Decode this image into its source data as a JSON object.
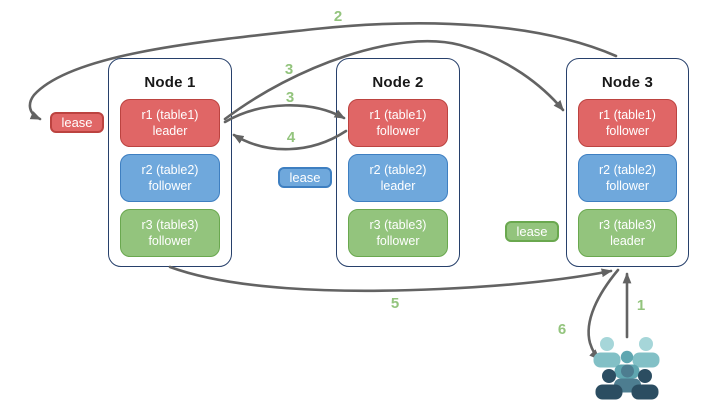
{
  "diagram": {
    "nodes": [
      {
        "title": "Node 1",
        "replicas": [
          {
            "name": "r1 (table1)",
            "role": "leader",
            "color": "red"
          },
          {
            "name": "r2 (table2)",
            "role": "follower",
            "color": "blue"
          },
          {
            "name": "r3 (table3)",
            "role": "follower",
            "color": "green"
          }
        ]
      },
      {
        "title": "Node 2",
        "replicas": [
          {
            "name": "r1 (table1)",
            "role": "follower",
            "color": "red"
          },
          {
            "name": "r2 (table2)",
            "role": "leader",
            "color": "blue"
          },
          {
            "name": "r3 (table3)",
            "role": "follower",
            "color": "green"
          }
        ]
      },
      {
        "title": "Node 3",
        "replicas": [
          {
            "name": "r1 (table1)",
            "role": "follower",
            "color": "red"
          },
          {
            "name": "r2 (table2)",
            "role": "follower",
            "color": "blue"
          },
          {
            "name": "r3 (table3)",
            "role": "leader",
            "color": "green"
          }
        ]
      }
    ],
    "leases": {
      "red": "lease",
      "blue": "lease",
      "green": "lease"
    },
    "steps": {
      "s1": "1",
      "s2": "2",
      "s3a": "3",
      "s3b": "3",
      "s4": "4",
      "s5": "5",
      "s6": "6"
    },
    "icons": {
      "users": "users-group-icon"
    },
    "colors": {
      "red_fill": "#e06666",
      "red_border": "#bc4340",
      "blue_fill": "#6fa8dc",
      "blue_border": "#3e7fc1",
      "green_fill": "#93c47d",
      "green_border": "#6aa84f",
      "node_border": "#27406b",
      "arrow": "#636363",
      "step_label": "#93c47d",
      "users_light_head": "#a6d6d9",
      "users_light_body": "#82c0c6",
      "users_mid": "#5fa6b0",
      "users_slate": "#4d7d90",
      "users_dark": "#2b4d61"
    }
  }
}
